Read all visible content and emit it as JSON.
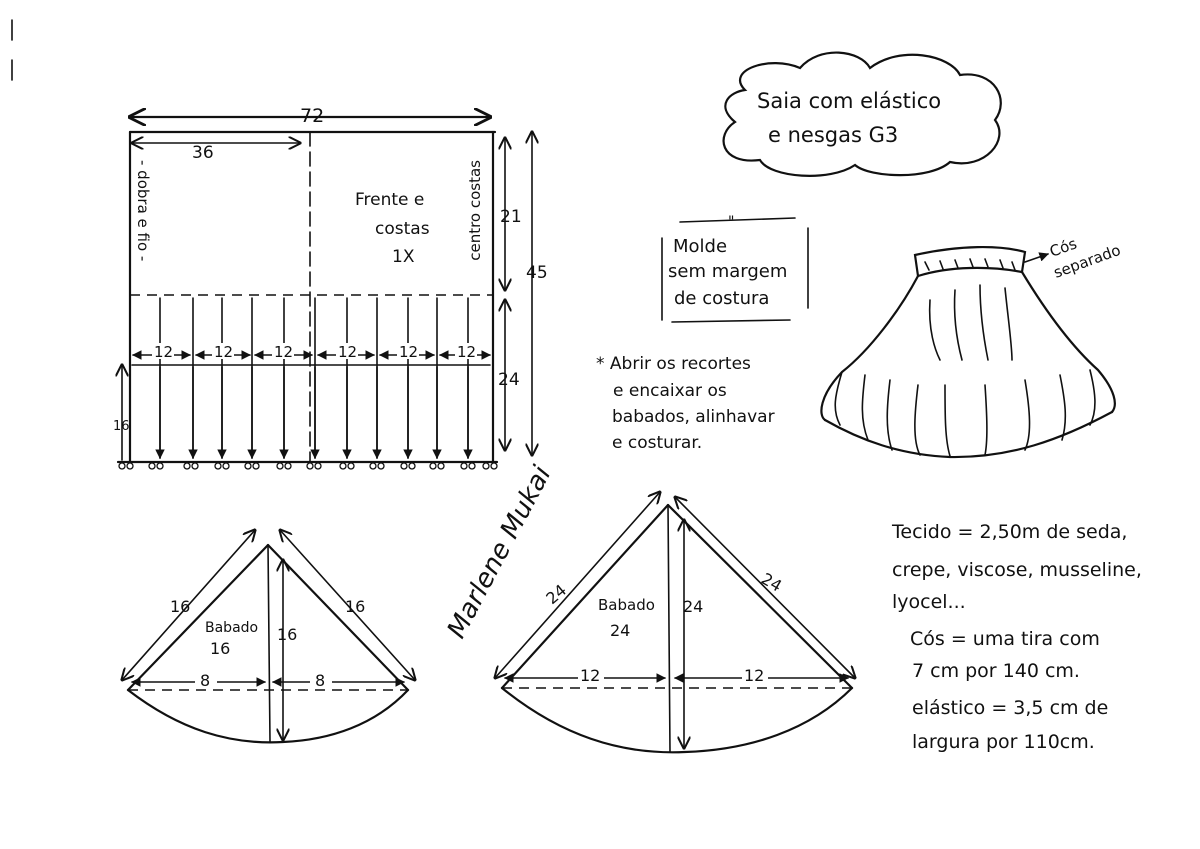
{
  "title": {
    "line1": "Saia com elástico",
    "line2": "e nesgas G3"
  },
  "pattern": {
    "width": "72",
    "half_width": "36",
    "fold_label": "- dobra e fio -",
    "center_label": "centro costas",
    "piece_label_1": "Frente e",
    "piece_label_2": "costas",
    "piece_label_3": "1X",
    "upper_height": "21",
    "total_height": "45",
    "lower_height": "24",
    "slit_height": "16",
    "slit_spacing": [
      "12",
      "12",
      "12",
      "12",
      "12",
      "12"
    ]
  },
  "note_box": {
    "line1": "Molde",
    "line2": "sem margem",
    "line3": "de costura",
    "quote": "\""
  },
  "instruction": {
    "line1": "* Abrir os recortes",
    "line2": "e encaixar os",
    "line3": "babados, alinhavar",
    "line4": "e costurar."
  },
  "skirt": {
    "waist_label_1": "Cós",
    "waist_label_2": "separado"
  },
  "ruffle16": {
    "title_1": "Babado",
    "title_2": "16",
    "side_left": "16",
    "side_right": "16",
    "height": "16",
    "half_left": "8",
    "half_right": "8"
  },
  "ruffle24": {
    "title_1": "Babado",
    "title_2": "24",
    "side_left": "24",
    "side_right": "24",
    "height": "24",
    "half_left": "12",
    "half_right": "12"
  },
  "signature": "Marlene Mukai",
  "materials": {
    "fabric_1": "Tecido = 2,50m de seda,",
    "fabric_2": "crepe, viscose, musseline,",
    "fabric_3": "lyocel...",
    "waist_1": "Cós = uma tira com",
    "waist_2": "7 cm por 140 cm.",
    "elastic_1": "elástico = 3,5 cm de",
    "elastic_2": "largura por 110cm."
  }
}
